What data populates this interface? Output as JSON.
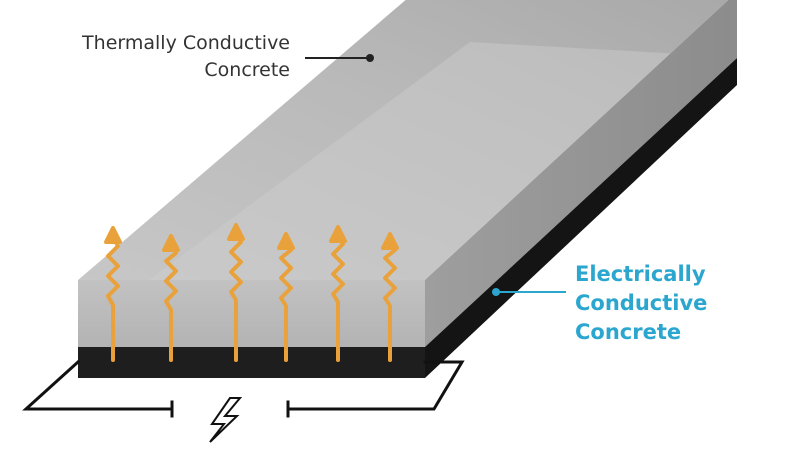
{
  "labels": {
    "thermal": {
      "line1": "Thermally Conductive",
      "line2": "Concrete"
    },
    "electrical": {
      "line1": "Electrically",
      "line2": "Conductive",
      "line3": "Concrete"
    }
  },
  "colors": {
    "accent_blue": "#2aa6cf",
    "heat_arrow": "#e9a23b",
    "conductive_layer": "#1e1e1e",
    "concrete_top": "#bcbcbc",
    "concrete_side": "#a9a9a9",
    "circuit_wire": "#111111"
  },
  "icons": {
    "power": "lightning-bolt-icon",
    "heat": "heat-wave-arrow-icon"
  }
}
